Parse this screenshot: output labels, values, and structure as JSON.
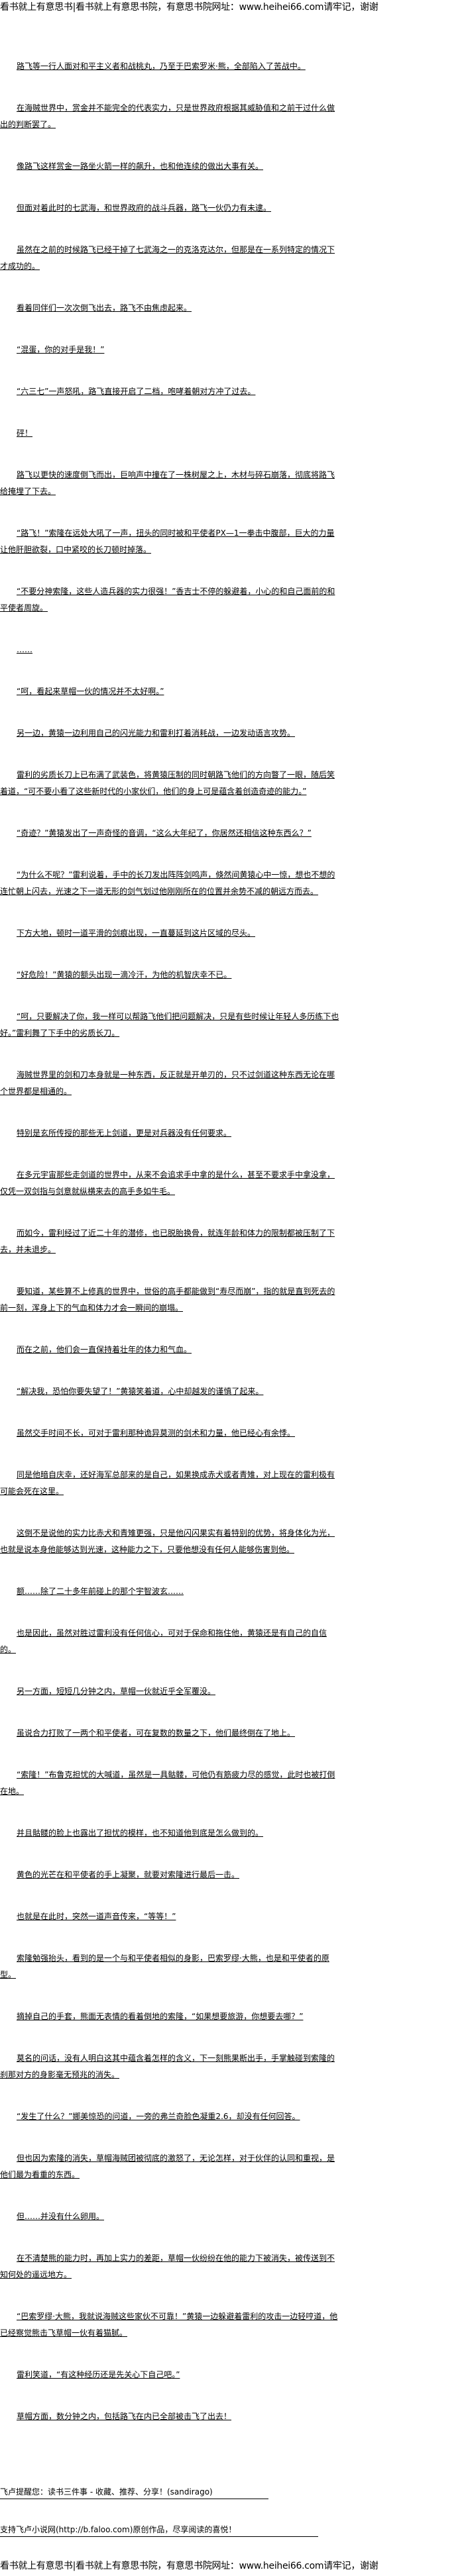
{
  "banner": {
    "text": "看书就上有意思书|看书就上有意思书院，有意思书院网址：www.heihei66.com请牢记，谢谢"
  },
  "paragraphs": [
    "路飞等一行人面对和平主义者和战桃丸，乃至于巴索罗米·熊，全部陷入了苦战中。",
    "在海贼世界中，赏金并不能完全的代表实力，只是世界政府根据其威胁值和之前干过什么做出的判断罢了。",
    "像路飞这样赏金一路坐火箭一样的飙升，也和他连续的做出大事有关。",
    "但面对着此时的七武海，和世界政府的战斗兵器，路飞一伙仍力有未逮。",
    "虽然在之前的时候路飞已经干掉了七武海之一的克洛克达尔，但那是在一系列特定的情况下才成功的。",
    "看着同伴们一次次倒飞出去，路飞不由焦虑起来。",
    "“混蛋，你的对手是我！”",
    "“六三七”一声怒吼，路飞直接开启了二档，咆哮着朝对方冲了过去。",
    "砰！",
    "路飞以更快的速度倒飞而出，巨响声中撞在了一株树屋之上，木材与碎石崩落，彻底将路飞给掩埋了下去。",
    "“路飞！”索隆在远处大吼了一声，扭头的同时被和平使者PX—1一拳击中腹部，巨大的力量让他肝胆欲裂，口中紧咬的长刀顿时掉落。",
    "“不要分神索隆，这些人造兵器的实力很强！”香吉士不停的躲避着，小心的和自己面前的和平使者周旋。",
    "……",
    "“呵，看起来草帽一伙的情况并不太好啊。”",
    "另一边，黄猿一边利用自己的闪光能力和雷利打着消耗战，一边发动语言攻势。",
    "雷利的劣质长刀上已布满了武装色，将黄猿压制的同时朝路飞他们的方向瞥了一眼，随后笑着道，“可不要小看了这些新时代的小家伙们，他们的身上可是蕴含着创造奇迹的能力。”",
    "“奇迹？”黄猿发出了一声奇怪的音调，“这么大年纪了，你居然还相信这种东西么？”",
    "“为什么不呢？”雷利说着，手中的长刀发出阵阵剑鸣声，倏然间黄猿心中一惊，想也不想的连忙朝上闪去，光速之下一道无形的剑气划过他刚刚所在的位置并余势不减的朝远方而去。",
    "下方大地，顿时一道平滑的剑痕出现，一直蔓延到这片区域的尽头。",
    "“好危险！”黄猿的额头出现一滴冷汗，为他的机智庆幸不已。",
    "“呵，只要解决了你，我一样可以帮路飞他们把问题解决，只是有些时候让年轻人多历练下也好。”雷利舞了下手中的劣质长刀。",
    "海贼世界里的剑和刀本身就是一种东西，反正就是开单刃的，只不过剑道这种东西无论在哪个世界都是相通的。",
    "特别是玄所传授的那些无上剑道，更是对兵器没有任何要求。",
    "在多元宇宙那些走剑道的世界中，从来不会追求手中拿的是什么，甚至不要求手中拿没拿，仅凭一双剑指与剑意就纵横来去的高手多如牛毛。",
    "而如今，雷利经过了近二十年的潜修，也已脱胎换骨，就连年龄和体力的限制都被压制了下去，并未退步。",
    "要知道，某些算不上修真的世界中，世俗的高手都能做到“寿尽而崩”，指的就是直到死去的前一刻，浑身上下的气血和体力才会一瞬间的崩塌。",
    "而在之前，他们会一直保持着壮年的体力和气血。",
    "“解决我，恐怕你要失望了！”黄猿笑着道，心中却越发的谨慎了起来。",
    "虽然交手时间不长，可对于雷利那种诡异莫测的剑术和力量，他已经心有余悸。",
    "同是他暗自庆幸，还好海军总部来的是自己，如果换成赤犬或者青雉，对上现在的雷利极有可能会死在这里。",
    "这倒不是说他的实力比赤犬和青雉更强，只是他闪闪果实有着特别的优势，将身体化为光，也就是说本身他能够达到光速，这种能力之下，只要他想没有任何人能够伤害到他。",
    "额……除了二十多年前碰上的那个宇智波玄……",
    "也是因此，虽然对胜过雷利没有任何信心，可对于保命和拖住他，黄猿还是有自己的自信的。",
    "另一方面，短短几分钟之内，草帽一伙就近乎全军覆没。",
    "虽说合力打败了一两个和平使者，可在复数的数量之下，他们最终倒在了地上。",
    "“索隆！”布鲁克担忧的大喊道，虽然是一具骷髅，可他仍有筋疲力尽的感觉，此时也被打倒在地。",
    "并且骷髅的脸上也露出了担忧的模样，也不知道他到底是怎么做到的。",
    "黄色的光芒在和平使者的手上凝聚，就要对索隆进行最后一击。",
    "也就是在此时，突然一道声音传来，“等等！”",
    "索隆勉强抬头，看到的是一个与和平使者相似的身影，巴索罗缪·大熊，也是和平使者的原型。",
    "摘掉自己的手套，熊面无表情的看着倒地的索隆，“如果想要旅游，你想要去哪？”",
    "莫名的问话，没有人明白这其中蕴含着怎样的含义，下一刻熊果断出手，手掌触碰到索隆的刹那对方的身影毫无预兆的消失。",
    "“发生了什么？”娜美惊恐的问道，一旁的弗兰奇脸色凝重2.6，却没有任何回答。",
    "但也因为索隆的消失，草帽海贼团被彻底的激怒了，无论怎样，对于伙伴的认同和重视，是他们最为看重的东西。",
    "但……并没有什么卵用。",
    "在不清楚熊的能力时，再加上实力的差距，草帽一伙纷纷在他的能力下被消失，被传送到不知何处的遥远地方。",
    "“巴索罗缪·大熊，我就说海贼这些家伙不可靠！”黄猿一边躲避着雷利的攻击一边轻哼道，他已经察觉熊击飞草帽一伙有着猫腻。",
    "雷利笑道，“有这种经历还是先关心下自己吧。”",
    "草帽方面，数分钟之内，包括路飞在内已全部被击飞了出去！"
  ],
  "footer": {
    "reminder": "飞卢提醒您：读书三件事 - 收藏、推荐、分享！(sandirago)",
    "support": "支持飞卢小说网(http://b.faloo.com)原创作品，尽享阅读的喜悦！"
  }
}
